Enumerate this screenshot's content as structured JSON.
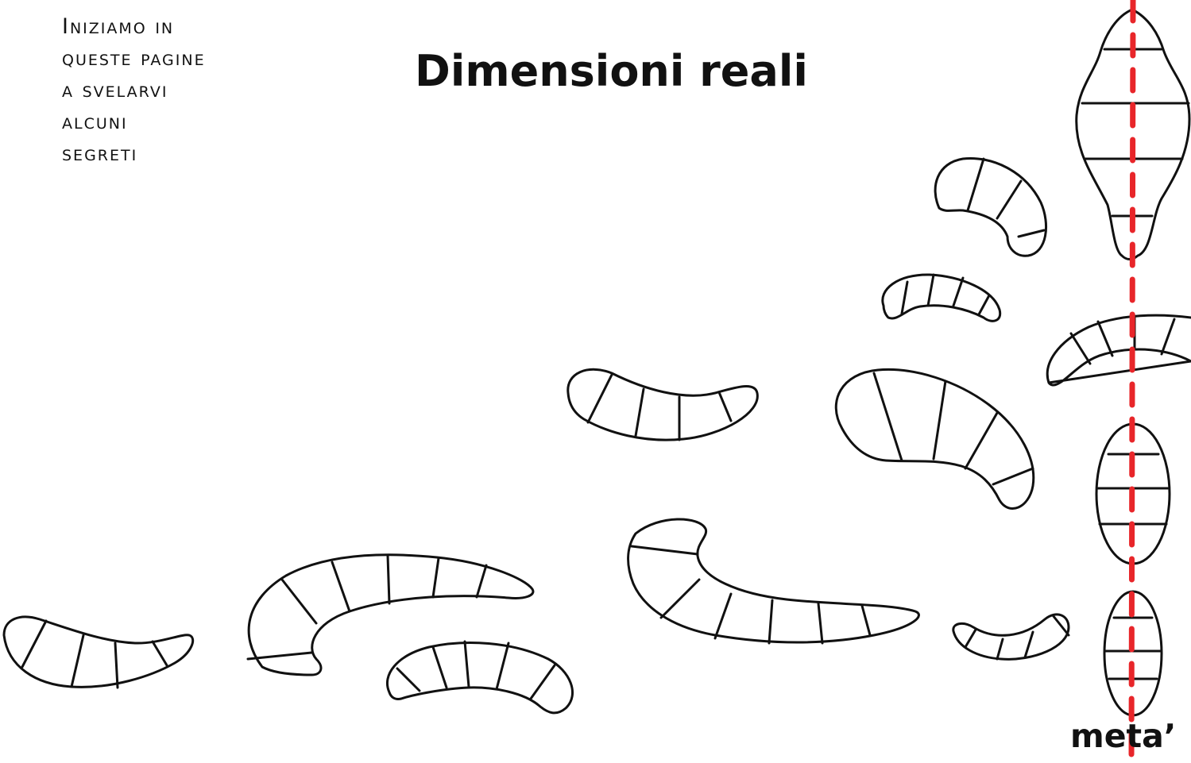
{
  "intro_lines": [
    "Iniziamo in",
    "queste pagine",
    "a svelarvi",
    "alcuni",
    "segreti"
  ],
  "title": "Dimensioni reali",
  "fold_label": "meta’",
  "colors": {
    "ink": "#111111",
    "fold_line": "#e8262a",
    "background": "#ffffff"
  }
}
